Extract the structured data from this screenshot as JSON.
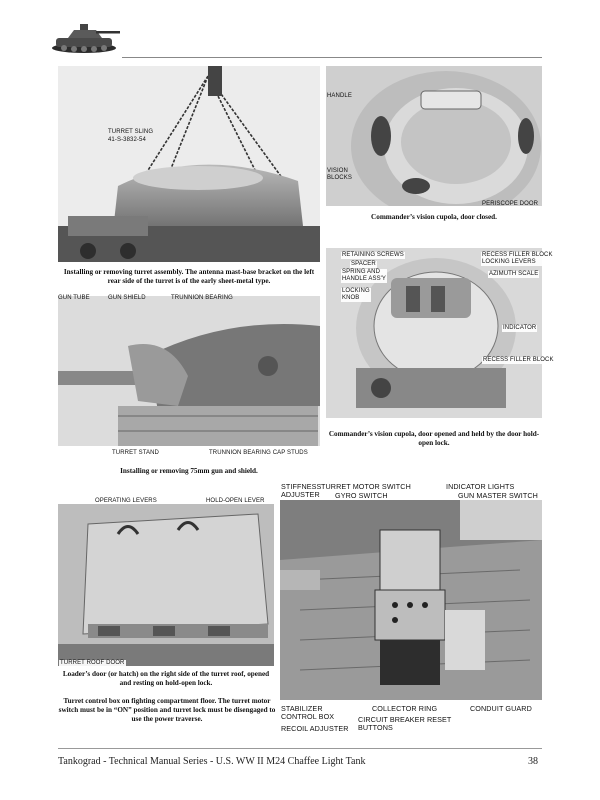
{
  "header": {
    "logo_icon": "tank-logo-icon"
  },
  "photos": {
    "turret_sling": {
      "labels": {
        "sling": "TURRET SLING",
        "sling_part": "41-S-3832-54"
      },
      "caption": "Installing or removing turret assembly. The antenna mast-base bracket on the left rear side of the turret is of the early sheet-metal type."
    },
    "cupola_closed": {
      "labels": {
        "handle": "HANDLE",
        "vision_blocks": "VISION\nBLOCKS",
        "periscope_door": "PERISCOPE DOOR"
      },
      "caption": "Commander’s vision cupola, door closed."
    },
    "gun_shield": {
      "labels": {
        "gun_tube": "GUN TUBE",
        "gun_shield": "GUN SHIELD",
        "trunnion_bearing": "TRUNNION BEARING",
        "turret_stand": "TURRET STAND",
        "trunnion_cap_studs": "TRUNNION BEARING CAP STUDS"
      },
      "caption": "Installing or removing 75mm gun and shield."
    },
    "cupola_open": {
      "labels": {
        "retaining_screws": "RETAINING SCREWS",
        "spacer": "SPACER",
        "spring_handle": "SPRING AND\nHANDLE ASS'Y",
        "locking_knob": "LOCKING\nKNOB",
        "recess_filler_levers": "RECESS FILLER BLOCK\nLOCKING LEVERS",
        "azimuth_scale": "AZIMUTH SCALE",
        "indicator": "INDICATOR",
        "recess_filler_block": "RECESS FILLER BLOCK"
      },
      "caption": "Commander’s vision cupola, door opened and held by the door hold-open lock."
    },
    "loader_door": {
      "labels": {
        "operating_levers": "OPERATING LEVERS",
        "hold_open_lever": "HOLD-OPEN LEVER",
        "turret_roof_door": "TURRET ROOF DOOR"
      },
      "caption": "Loader’s door (or hatch) on the right side of the turret roof, opened and resting on hold-open lock."
    },
    "control_box": {
      "labels": {
        "stiffness_adjuster": "STIFFNESS\nADJUSTER",
        "turret_motor_switch": "TURRET MOTOR SWITCH",
        "gyro_switch": "GYRO SWITCH",
        "indicator_lights": "INDICATOR LIGHTS",
        "gun_master_switch": "GUN MASTER SWITCH",
        "stabilizer_control_box": "STABILIZER\nCONTROL BOX",
        "collector_ring": "COLLECTOR RING",
        "conduit_guard": "CONDUIT GUARD",
        "recoil_adjuster": "RECOIL ADJUSTER",
        "circuit_breaker": "CIRCUIT BREAKER RESET\nBUTTONS"
      },
      "caption": "Turret control box on fighting compartment floor. The turret motor switch must be in “ON” position and turret lock must be disengaged to use the power traverse."
    }
  },
  "footer": {
    "series": "Tankograd - Technical Manual Series - U.S. WW II M24 Chaffee Light Tank",
    "page_number": "38"
  }
}
